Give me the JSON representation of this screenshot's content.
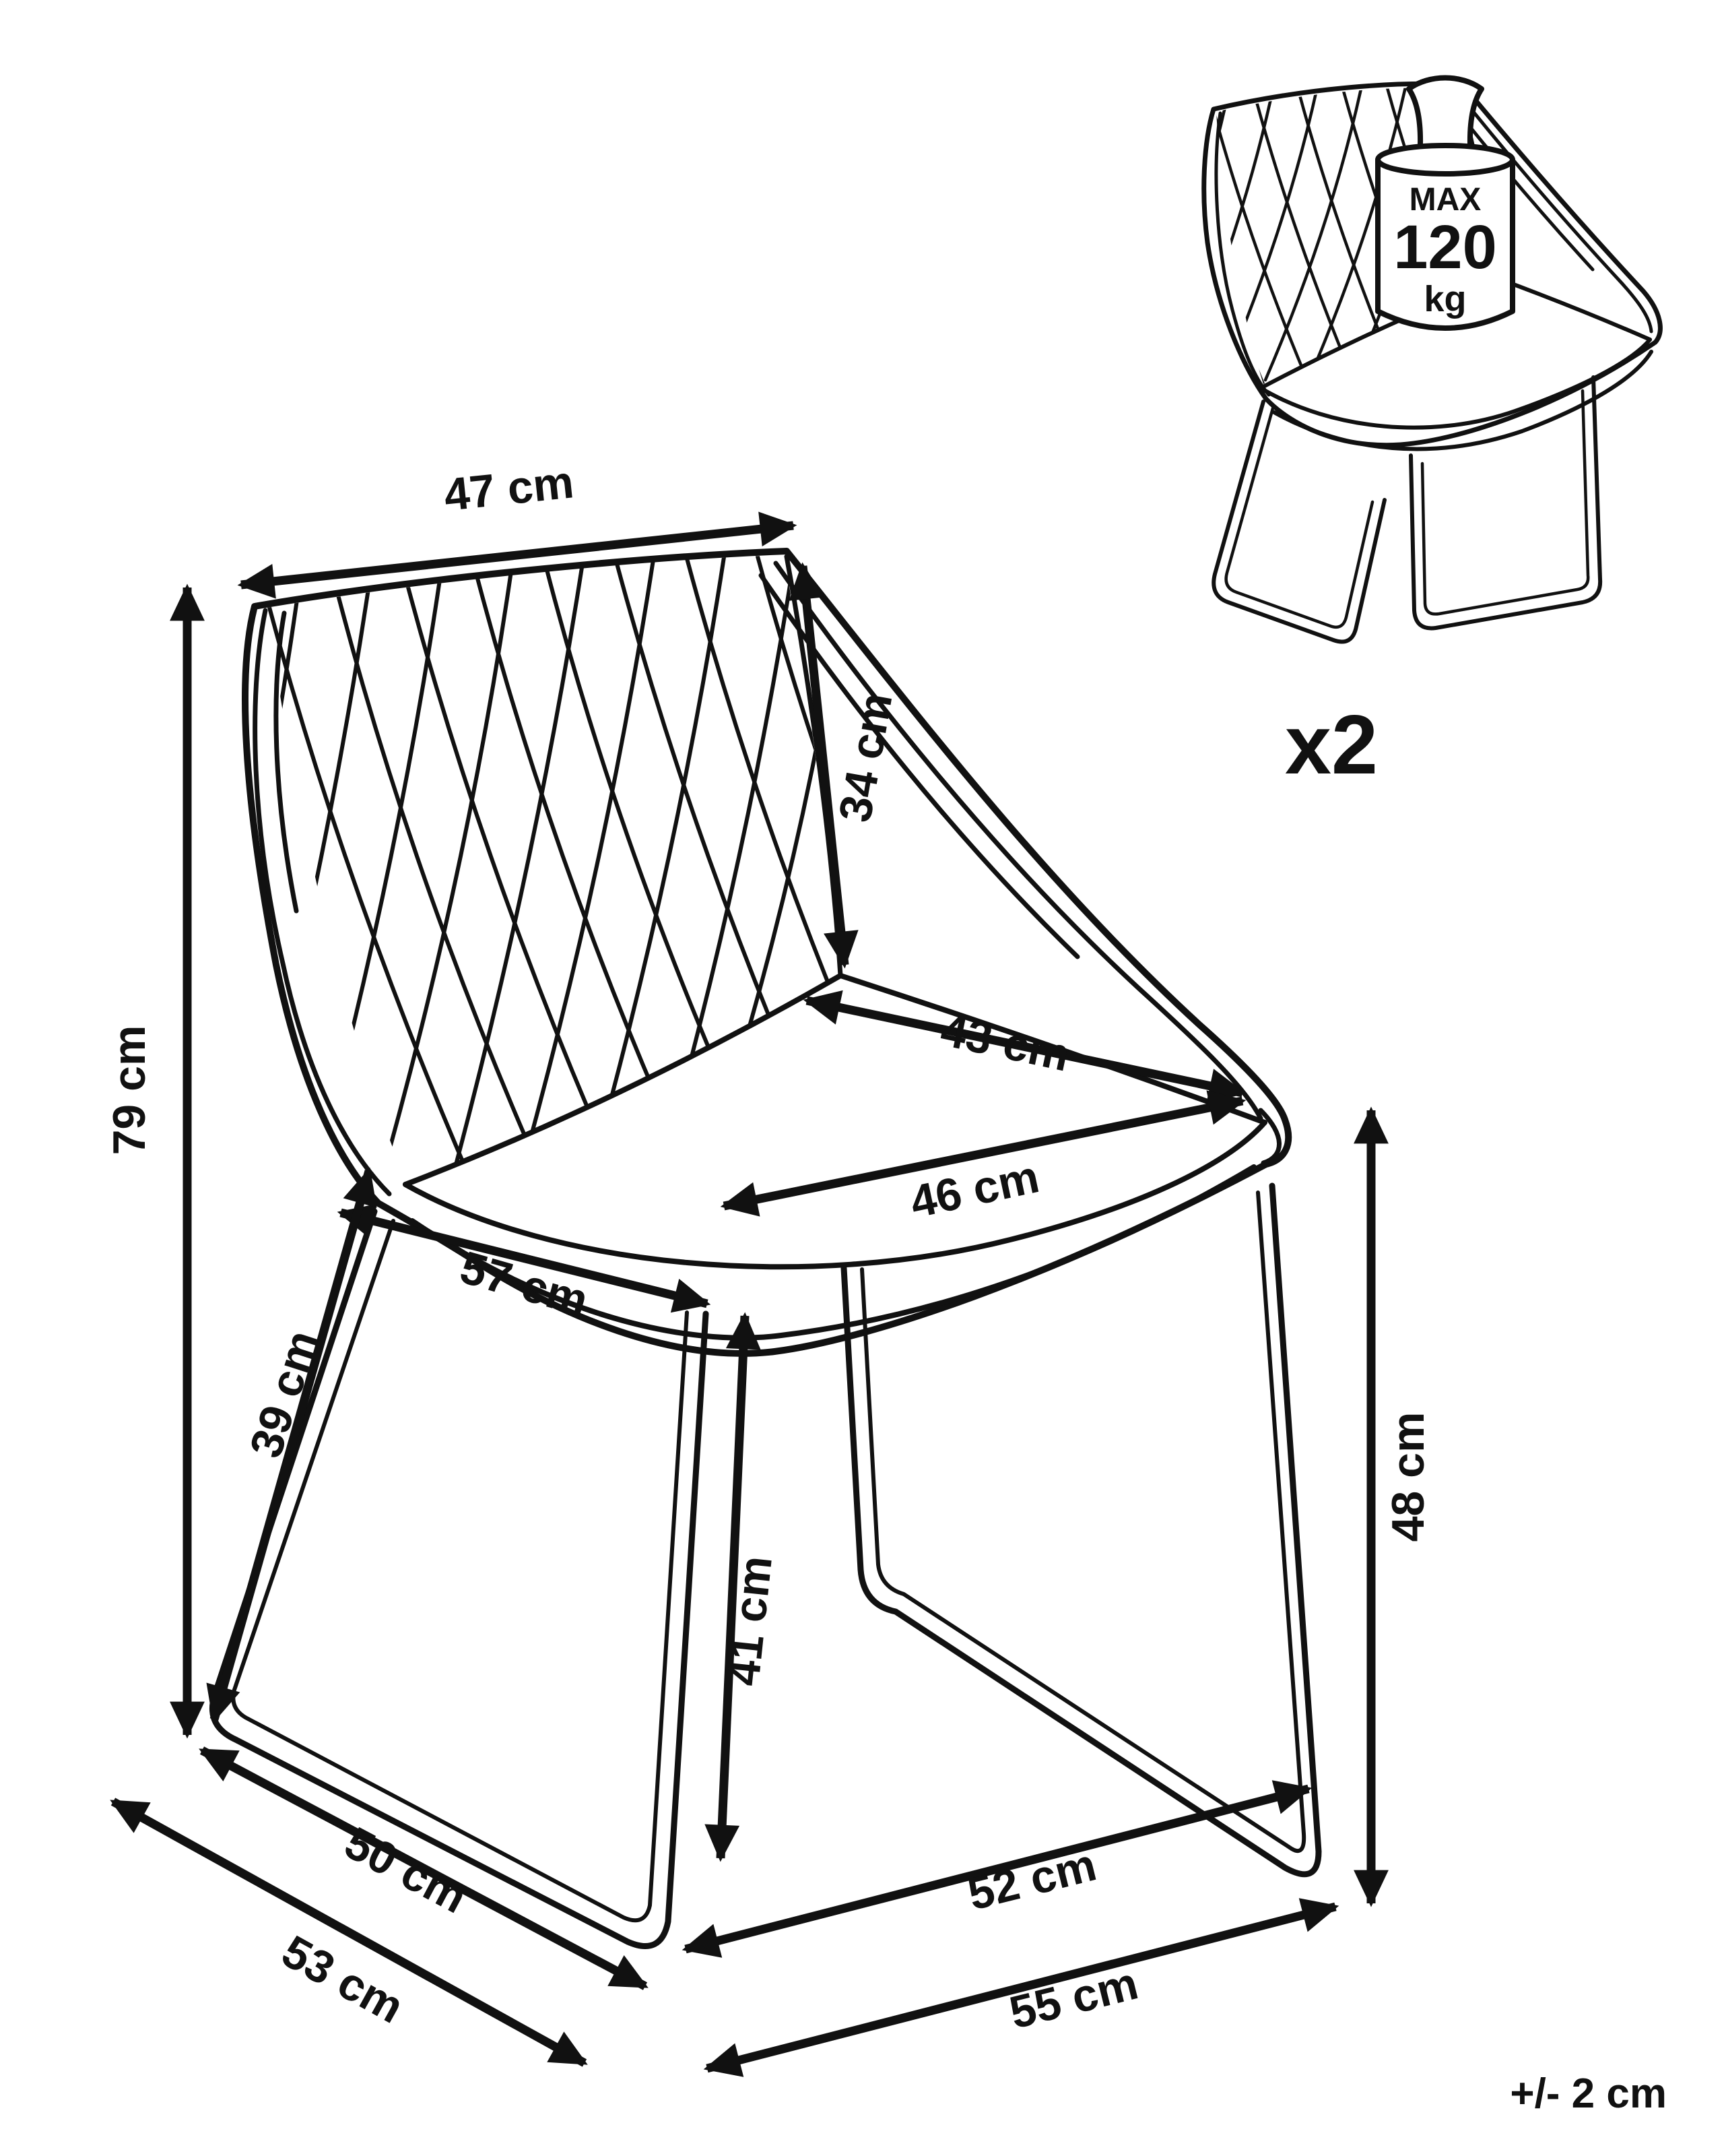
{
  "diagram": {
    "type": "furniture-dimension-drawing",
    "subject": "quilted dining chair with sled metal legs",
    "colors": {
      "line": "#111111",
      "background": "#ffffff"
    },
    "dimensions": {
      "backrest_width": "47 cm",
      "backrest_height": "34 cm",
      "overall_height": "79 cm",
      "seat_depth": "43 cm",
      "seat_width": "46 cm",
      "seat_front_width": "57 cm",
      "front_frame_length": "39 cm",
      "seat_height": "41 cm",
      "frame_height": "48 cm",
      "base_side_inner": "50 cm",
      "base_side_outer": "53 cm",
      "base_front_inner": "52 cm",
      "base_front_outer": "55 cm"
    },
    "weight_badge": {
      "title": "MAX",
      "value": "120",
      "unit": "kg"
    },
    "quantity": "x2",
    "tolerance": "+/- 2 cm"
  }
}
